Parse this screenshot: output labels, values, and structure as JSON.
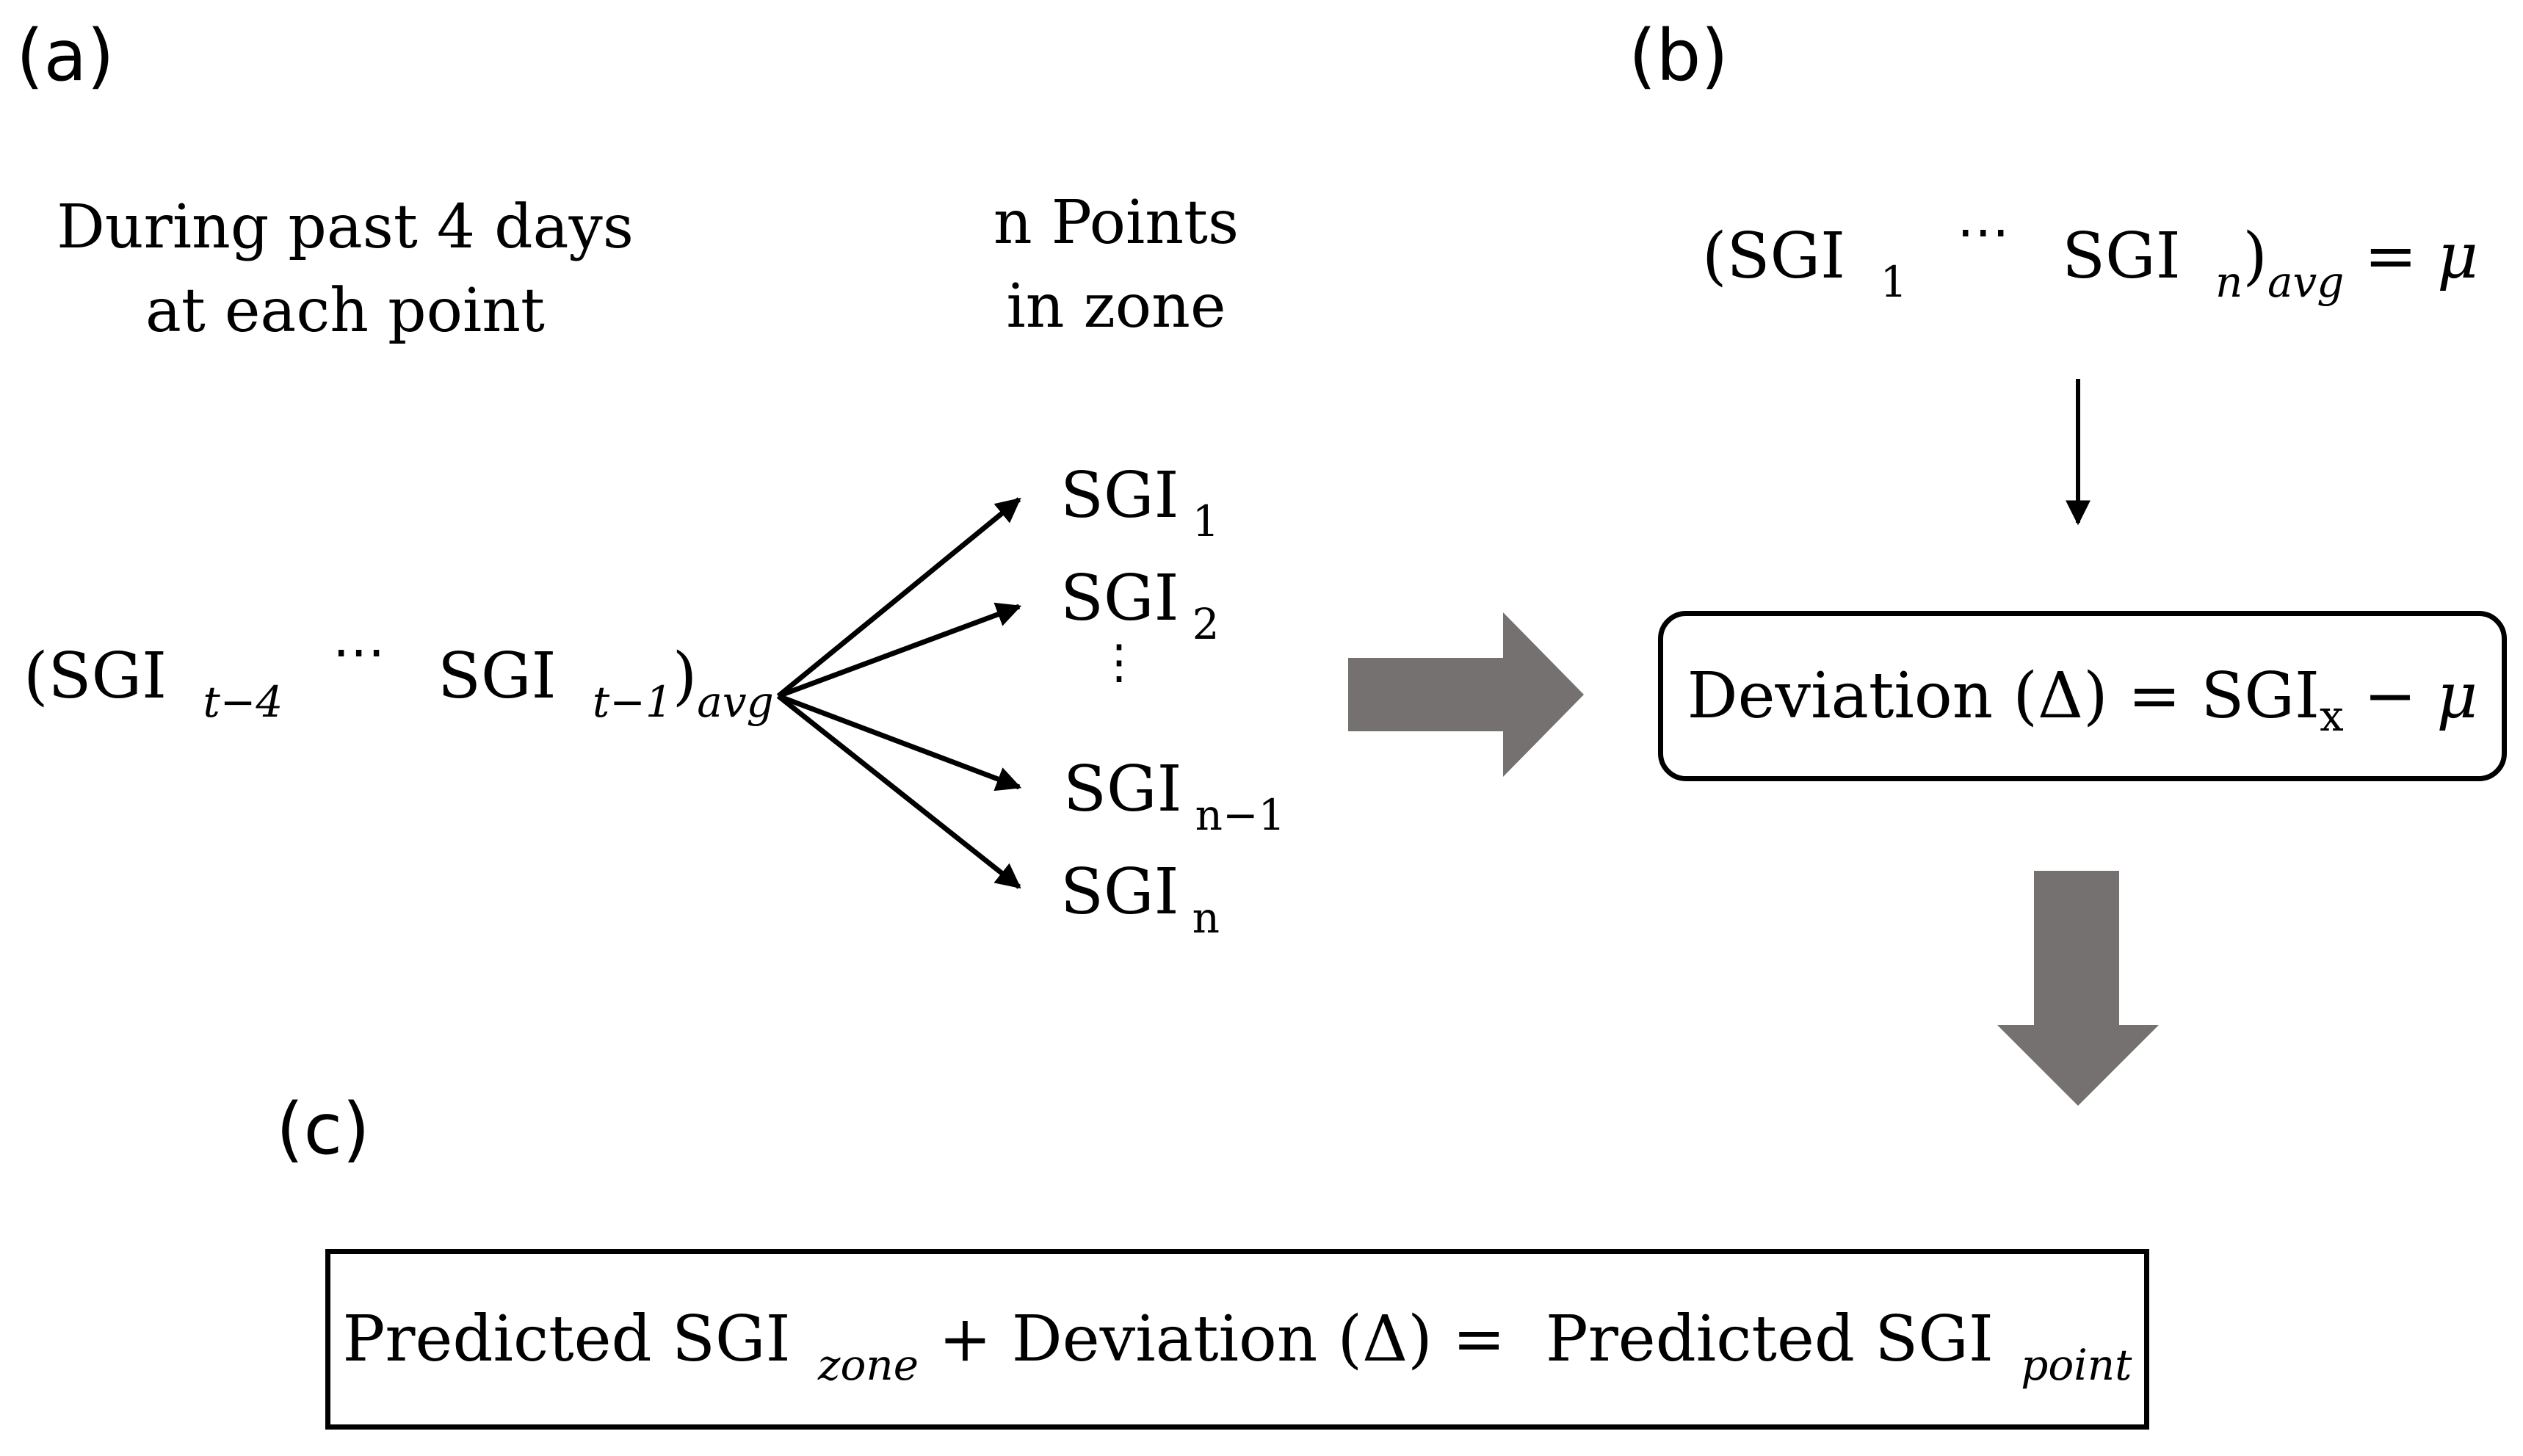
{
  "panels": {
    "a": "(a)",
    "b": "(b)",
    "c": "(c)"
  },
  "panel_a": {
    "caption_line1": "During past 4 days",
    "caption_line2": "at each point",
    "zone_caption_line1": "n Points",
    "zone_caption_line2": "in zone",
    "avg_formula": {
      "open": "(SGI",
      "sub_start": "t−4",
      "dots": "⋯",
      "mid": "SGI",
      "sub_end": "t−1",
      "close": ")",
      "sub_avg": "avg"
    },
    "points": [
      {
        "base": "SGI",
        "sub": "1"
      },
      {
        "base": "SGI",
        "sub": "2"
      },
      {
        "base": "SGI",
        "sub": "n−1"
      },
      {
        "base": "SGI",
        "sub": "n"
      }
    ],
    "vertical_ellipsis": "⋮"
  },
  "panel_b": {
    "mean_formula": {
      "open": "(SGI",
      "sub_start": "1",
      "dots": "⋯",
      "mid": "SGI",
      "sub_end": "n",
      "close": ")",
      "sub_avg": "avg",
      "equals": " = ",
      "mu": "μ"
    },
    "deviation_formula": {
      "text": "Deviation (Δ) = SGI",
      "sub": "x",
      "minus": " − ",
      "mu": "μ"
    }
  },
  "panel_c": {
    "predicted_formula": {
      "part1": "Predicted SGI",
      "sub1": "zone",
      "part2": " + Deviation (Δ) =  Predicted SGI",
      "sub2": "point"
    }
  },
  "colors": {
    "block_arrow": "#757170",
    "line": "#000000"
  }
}
